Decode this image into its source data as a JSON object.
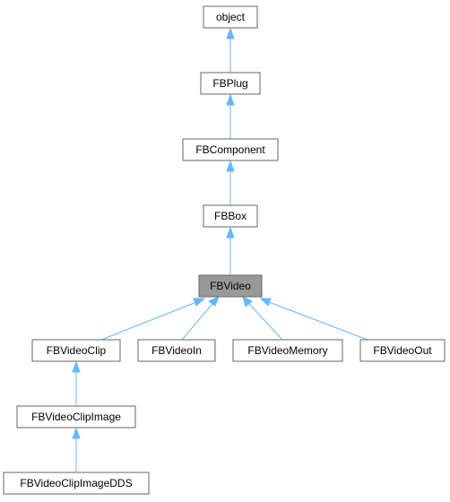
{
  "diagram": {
    "nodes": {
      "object": "object",
      "fbplug": "FBPlug",
      "fbcomponent": "FBComponent",
      "fbbox": "FBBox",
      "fbvideo": "FBVideo",
      "fbvideoclip": "FBVideoClip",
      "fbvideoin": "FBVideoIn",
      "fbvideomemory": "FBVideoMemory",
      "fbvideoout": "FBVideoOut",
      "fbvideoclipimage": "FBVideoClipImage",
      "fbvideoclipimagedds": "FBVideoClipImageDDS"
    },
    "current_node": "fbvideo",
    "colors": {
      "edge": "#63b8ff",
      "node_border": "#666666",
      "current_fill": "#999999",
      "node_fill": "#ffffff"
    }
  }
}
